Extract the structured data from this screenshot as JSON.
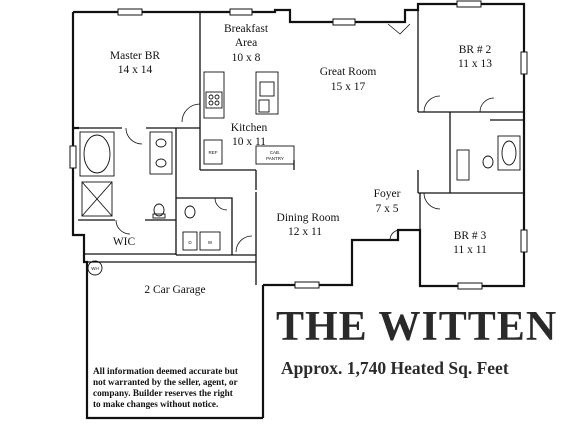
{
  "plan": {
    "rooms": {
      "master_br": {
        "name": "Master BR",
        "size": "14 x 14"
      },
      "breakfast": {
        "name_line1": "Breakfast",
        "name_line2": "Area",
        "size": "10 x 8"
      },
      "great_room": {
        "name": "Great Room",
        "size": "15 x 17"
      },
      "br2": {
        "name": "BR # 2",
        "size": "11 x 13"
      },
      "kitchen": {
        "name": "Kitchen",
        "size": "10 x 11"
      },
      "foyer": {
        "name": "Foyer",
        "size": "7 x 5"
      },
      "dining": {
        "name": "Dining Room",
        "size": "12 x 11"
      },
      "br3": {
        "name": "BR # 3",
        "size": "11 x 11"
      },
      "wic": {
        "name": "WIC"
      },
      "garage": {
        "name": "2 Car Garage"
      }
    },
    "fixtures": {
      "refrigerator": "REF",
      "cab_pantry_line1": "CAB.",
      "cab_pantry_line2": "PANTRY",
      "water_heater": "WH",
      "dryer": "D",
      "washer": "W"
    }
  },
  "title": "THE WITTEN",
  "subtitle": "Approx. 1,740 Heated Sq. Feet",
  "disclaimer": [
    "All information deemed accurate but",
    "not warranted by the seller, agent, or",
    "company.  Builder reserves the right",
    "to make changes without notice."
  ]
}
